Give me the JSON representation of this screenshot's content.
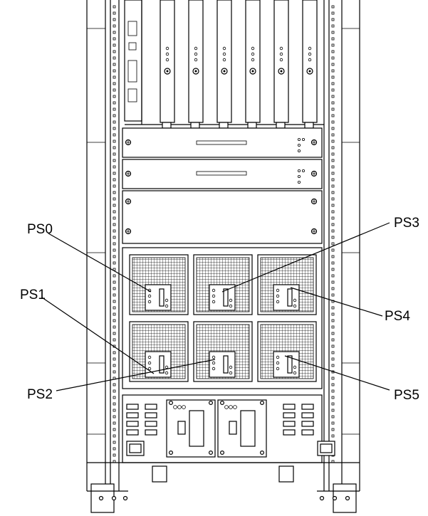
{
  "labels": {
    "ps0": "PS0",
    "ps1": "PS1",
    "ps2": "PS2",
    "ps3": "PS3",
    "ps4": "PS4",
    "ps5": "PS5"
  }
}
